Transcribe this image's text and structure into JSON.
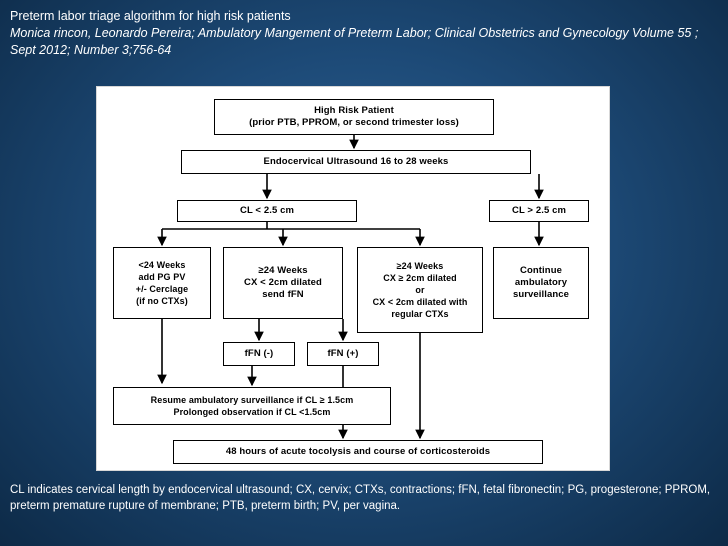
{
  "slide": {
    "title_line1": "Preterm labor triage algorithm for high risk patients",
    "title_line2": "Monica rincon, Leonardo Pereira; Ambulatory Mangement of Preterm Labor; Clinical Obstetrics and Gynecology Volume 55 ; Sept 2012; Number 3;756-64",
    "caption": "CL indicates cervical length by endocervical ultrasound; CX, cervix; CTXs, contractions; fFN, fetal fibronectin; PG, progesterone; PPROM, preterm premature rupture of membrane; PTB, preterm birth; PV, per vagina."
  },
  "diagram": {
    "nodes": {
      "high_risk": "High Risk Patient\n(prior PTB, PPROM, or second trimester loss)",
      "ultrasound": "Endocervical  Ultrasound 16 to 28 weeks",
      "cl_less": "CL < 2.5 cm",
      "cl_more": "CL > 2.5 cm",
      "lt24": "<24 Weeks\nadd PG PV\n+/- Cerclage\n(if no CTXs)",
      "ge24_dilated": "≥24 Weeks\nCX < 2cm dilated\nsend fFN",
      "ge24_ctx": "≥24 Weeks\nCX ≥ 2cm dilated\nor\nCX < 2cm dilated with\nregular CTXs",
      "continue": "Continue\nambulatory\nsurveillance",
      "ffn_neg": "fFN (-)",
      "ffn_pos": "fFN (+)",
      "resume": "Resume ambulatory  surveillance if CL ≥ 1.5cm\nProlonged observation if CL <1.5cm",
      "tocolysis": "48 hours of acute tocolysis and course of corticosteroids"
    }
  },
  "colors": {
    "background_dark": "#0d2a47",
    "background_mid": "#2f6496",
    "diagram_bg": "#ffffff",
    "text_light": "#ffffff",
    "box_border": "#000000"
  }
}
